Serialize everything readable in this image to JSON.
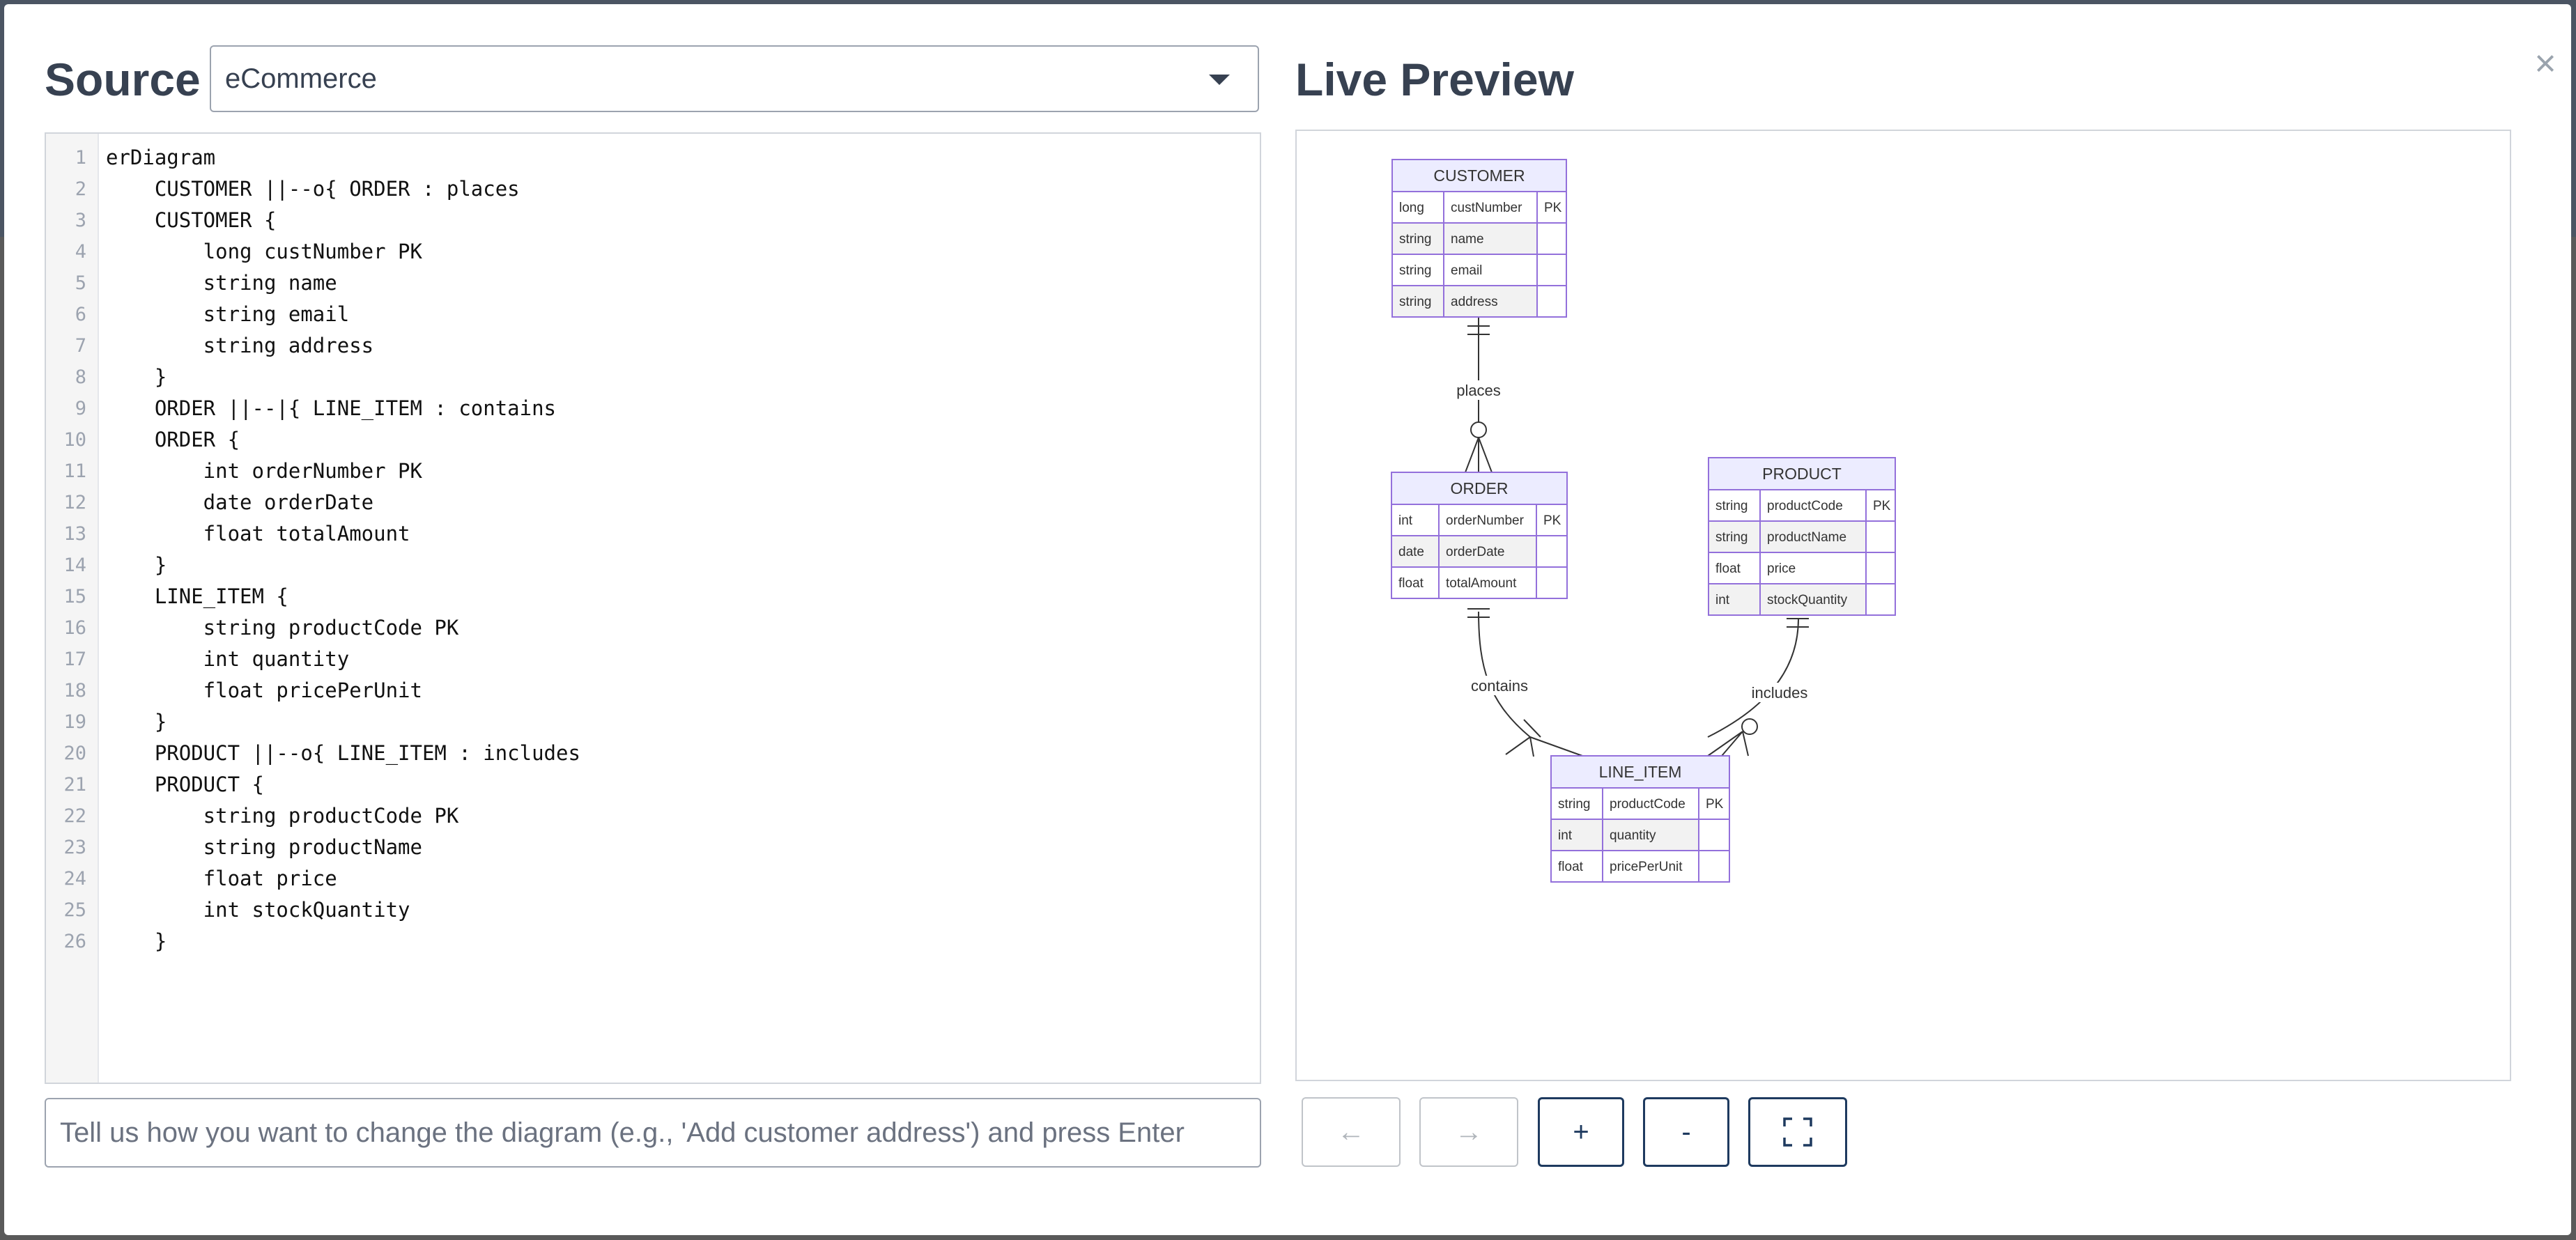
{
  "source": {
    "title": "Source",
    "selected_diagram": "eCommerce"
  },
  "editor": {
    "lines": [
      "erDiagram",
      "    CUSTOMER ||--o{ ORDER : places",
      "    CUSTOMER {",
      "        long custNumber PK",
      "        string name",
      "        string email",
      "        string address",
      "    }",
      "    ORDER ||--|{ LINE_ITEM : contains",
      "    ORDER {",
      "        int orderNumber PK",
      "        date orderDate",
      "        float totalAmount",
      "    }",
      "    LINE_ITEM {",
      "        string productCode PK",
      "        int quantity",
      "        float pricePerUnit",
      "    }",
      "    PRODUCT ||--o{ LINE_ITEM : includes",
      "    PRODUCT {",
      "        string productCode PK",
      "        string productName",
      "        float price",
      "        int stockQuantity",
      "    }"
    ]
  },
  "prompt": {
    "placeholder": "Tell us how you want to change the diagram (e.g., 'Add customer address') and press Enter"
  },
  "preview": {
    "title": "Live Preview",
    "entities": {
      "customer": {
        "name": "CUSTOMER",
        "rows": [
          [
            "long",
            "custNumber",
            "PK"
          ],
          [
            "string",
            "name",
            ""
          ],
          [
            "string",
            "email",
            ""
          ],
          [
            "string",
            "address",
            ""
          ]
        ]
      },
      "order": {
        "name": "ORDER",
        "rows": [
          [
            "int",
            "orderNumber",
            "PK"
          ],
          [
            "date",
            "orderDate",
            ""
          ],
          [
            "float",
            "totalAmount",
            ""
          ]
        ]
      },
      "product": {
        "name": "PRODUCT",
        "rows": [
          [
            "string",
            "productCode",
            "PK"
          ],
          [
            "string",
            "productName",
            ""
          ],
          [
            "float",
            "price",
            ""
          ],
          [
            "int",
            "stockQuantity",
            ""
          ]
        ]
      },
      "line_item": {
        "name": "LINE_ITEM",
        "rows": [
          [
            "string",
            "productCode",
            "PK"
          ],
          [
            "int",
            "quantity",
            ""
          ],
          [
            "float",
            "pricePerUnit",
            ""
          ]
        ]
      }
    },
    "relationships": {
      "places": "places",
      "contains": "contains",
      "includes": "includes"
    },
    "colors": {
      "entity_border": "#9370db",
      "header_fill": "#ececff",
      "row_fill_alt": "#f2f2f2",
      "line": "#333333"
    }
  },
  "controls": {
    "undo": "←",
    "redo": "→",
    "zoom_in": "+",
    "zoom_out": "-",
    "fit_icon": "fullscreen-icon"
  }
}
